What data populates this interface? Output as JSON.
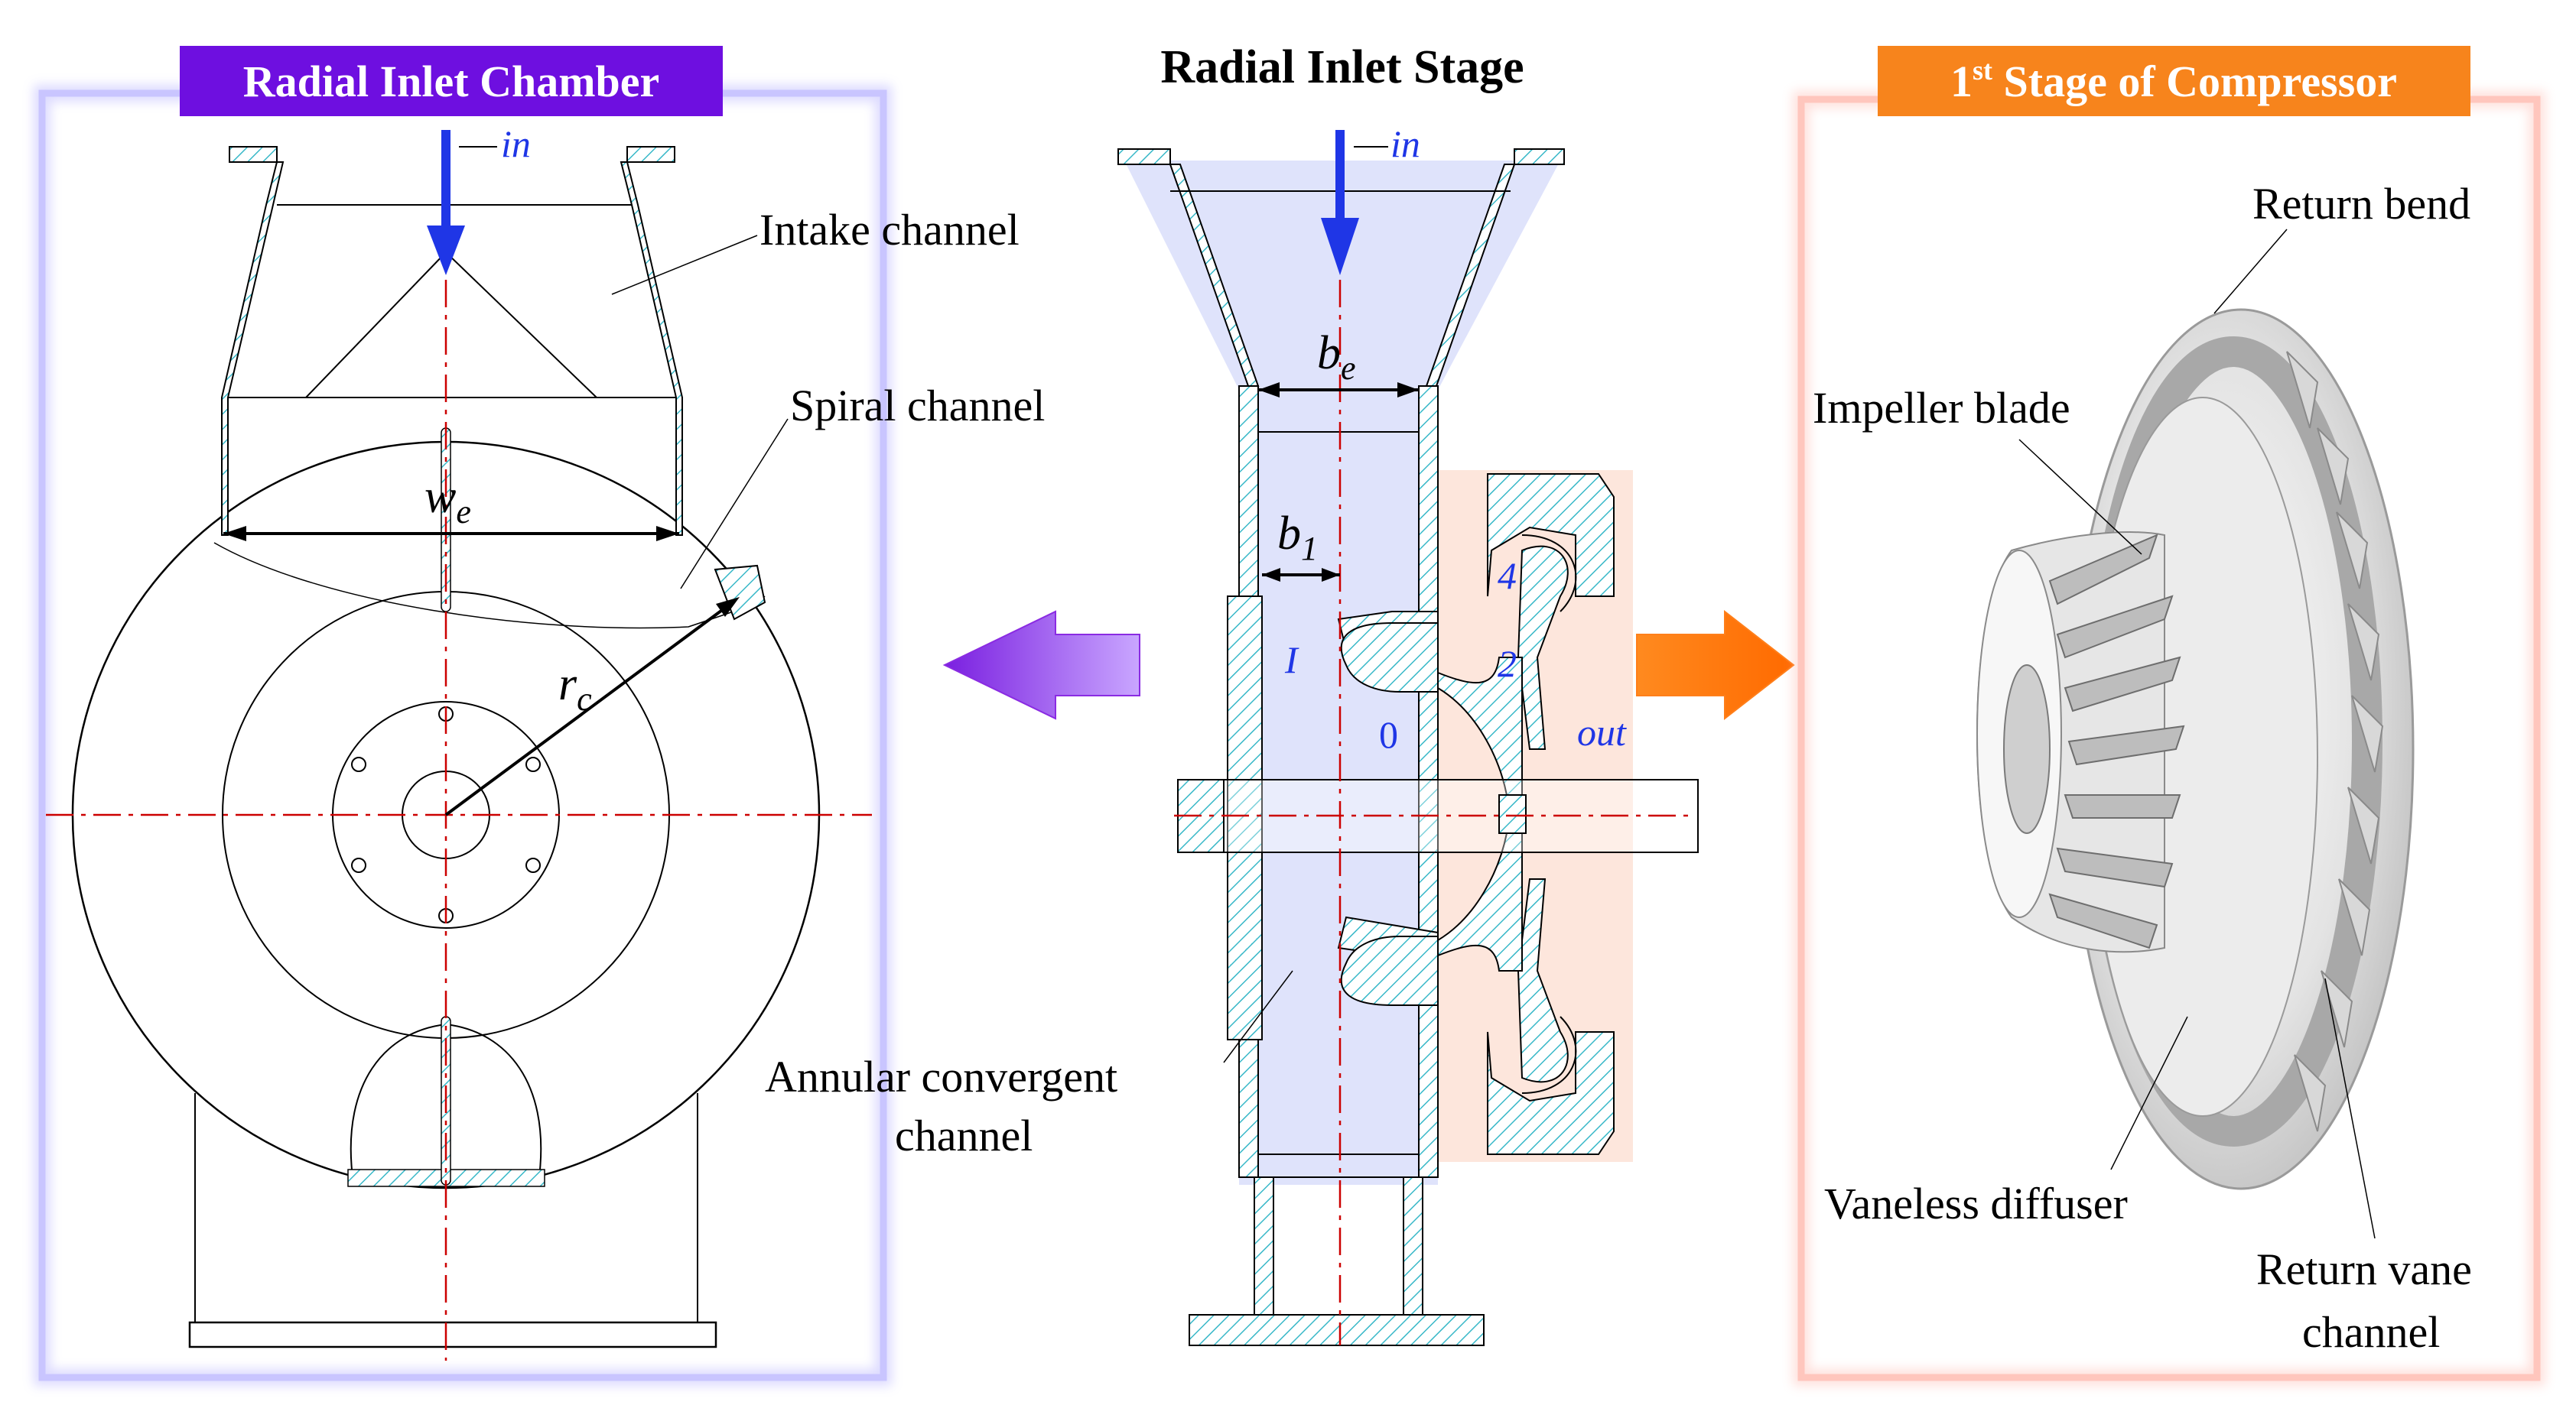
{
  "left_panel": {
    "title": "Radial Inlet Chamber",
    "title_bg": "#6e0fe0",
    "frame_color": "#b9b4ff",
    "labels": {
      "in": "in",
      "intake_channel": "Intake channel",
      "spiral_channel": "Spiral channel",
      "we_main": "w",
      "we_sub": "e",
      "rc_main": "r",
      "rc_sub": "c"
    }
  },
  "center_panel": {
    "title": "Radial Inlet Stage",
    "labels": {
      "in": "in",
      "be_main": "b",
      "be_sub": "e",
      "b1_main": "b",
      "b1_sub": "1",
      "station_I": "I",
      "station_0": "0",
      "station_2": "2",
      "station_4": "4",
      "out": "out",
      "annular_line1": "Annular convergent",
      "annular_line2": "channel"
    }
  },
  "right_panel": {
    "title_main": "1",
    "title_sup": "st",
    "title_rest": " Stage of Compressor",
    "title_bg": "#f7841c",
    "frame_color": "#ffc6bd",
    "labels": {
      "return_bend": "Return bend",
      "impeller_blade": "Impeller blade",
      "vaneless_diffuser": "Vaneless diffuser",
      "return_vane_line1": "Return vane",
      "return_vane_line2": "channel"
    }
  },
  "colors": {
    "flow_arrow": "#1f36e6",
    "centerline": "#cc0000",
    "hatch": "#38b8c8",
    "fluid_blue": "#dfe3fb",
    "fluid_salmon": "#fde6dc",
    "left_arrow": "#8a2be2",
    "right_arrow": "#ff7f1a"
  }
}
